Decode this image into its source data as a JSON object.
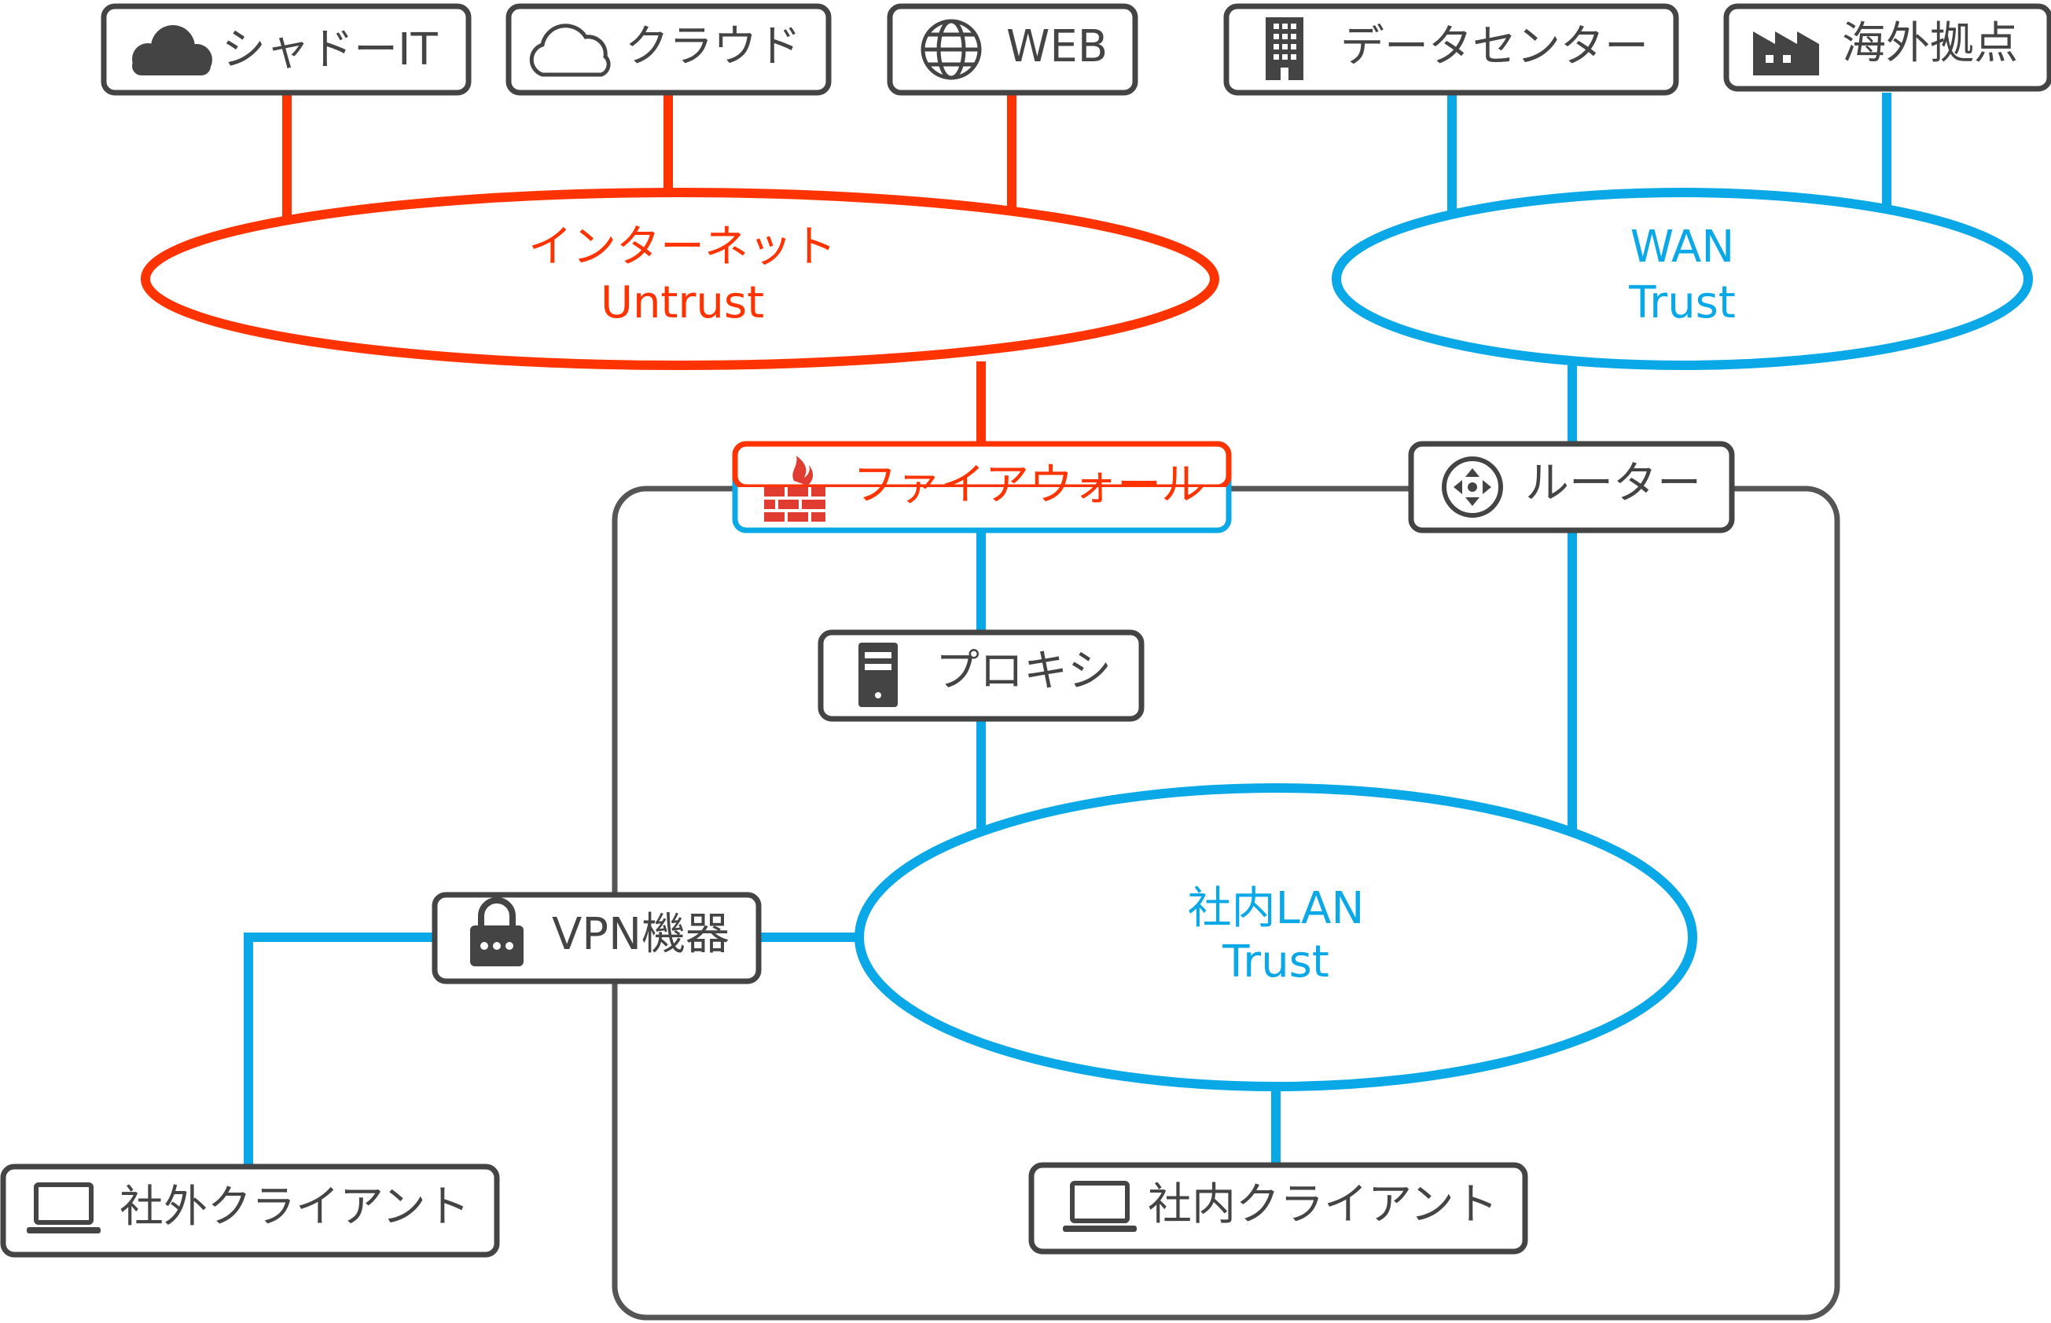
{
  "colors": {
    "untrust": "#ff3300",
    "trust": "#0aa8e6",
    "box_border": "#444444",
    "boundary": "#555555",
    "icon": "#444444",
    "firewall_icon": "#e03c31"
  },
  "zones": {
    "internet": {
      "name": "インターネット",
      "trust": "Untrust"
    },
    "wan": {
      "name": "WAN",
      "trust": "Trust"
    },
    "lan": {
      "name": "社内LAN",
      "trust": "Trust"
    }
  },
  "nodes": {
    "shadow_it": {
      "label": "シャドーIT",
      "icon": "cloud-filled-icon"
    },
    "cloud": {
      "label": "クラウド",
      "icon": "cloud-outline-icon"
    },
    "web": {
      "label": "WEB",
      "icon": "globe-icon"
    },
    "datacenter": {
      "label": "データセンター",
      "icon": "building-icon"
    },
    "overseas": {
      "label": "海外拠点",
      "icon": "factory-icon"
    },
    "firewall": {
      "label": "ファイアウォール",
      "icon": "firewall-icon"
    },
    "router": {
      "label": "ルーター",
      "icon": "router-icon"
    },
    "proxy": {
      "label": "プロキシ",
      "icon": "server-icon"
    },
    "vpn": {
      "label": "VPN機器",
      "icon": "lock-icon"
    },
    "external_client": {
      "label": "社外クライアント",
      "icon": "laptop-icon"
    },
    "internal_client": {
      "label": "社内クライアント",
      "icon": "laptop-icon"
    }
  }
}
